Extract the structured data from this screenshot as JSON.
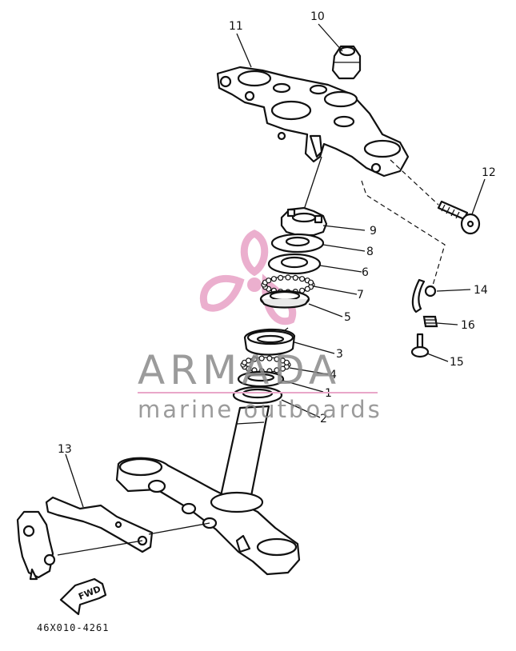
{
  "diagram": {
    "callouts": {
      "c1": "1",
      "c2": "2",
      "c3": "3",
      "c4": "4",
      "c5": "5",
      "c6": "6",
      "c7": "7",
      "c8": "8",
      "c9": "9",
      "c10": "10",
      "c11": "11",
      "c12": "12",
      "c13": "13",
      "c14": "14",
      "c15": "15",
      "c16": "16"
    },
    "arrow_label": "FWD",
    "drawing_code": "46X010-4261"
  },
  "watermark": {
    "brand": "ARMADA",
    "tagline": "marine outboards",
    "colors": {
      "logo": "#e9a7c9",
      "text": "#8a8a8a",
      "rule": "#e9a7c9"
    }
  }
}
